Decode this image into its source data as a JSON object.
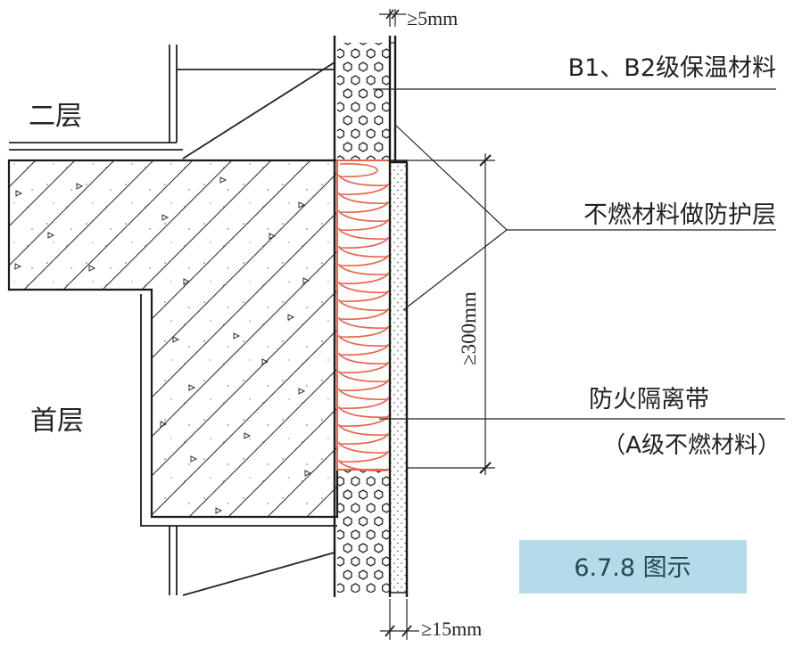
{
  "labels": {
    "upper_floor": "二层",
    "ground_floor": "首层",
    "insulation": "B1、B2级保温材料",
    "protective_layer": "不燃材料做防护层",
    "firebreak_line1": "防火隔离带",
    "firebreak_line2": "（A级不燃材料）"
  },
  "dimensions": {
    "top_gap": "≥5mm",
    "band_height": "≥300mm",
    "bottom_thickness": "≥15mm"
  },
  "figure_caption": "6.7.8 图示",
  "colors": {
    "line": "#1a1a1a",
    "firebreak": "#e8634a",
    "caption_bg": "#b4dbe8",
    "caption_text": "#2a4653"
  }
}
